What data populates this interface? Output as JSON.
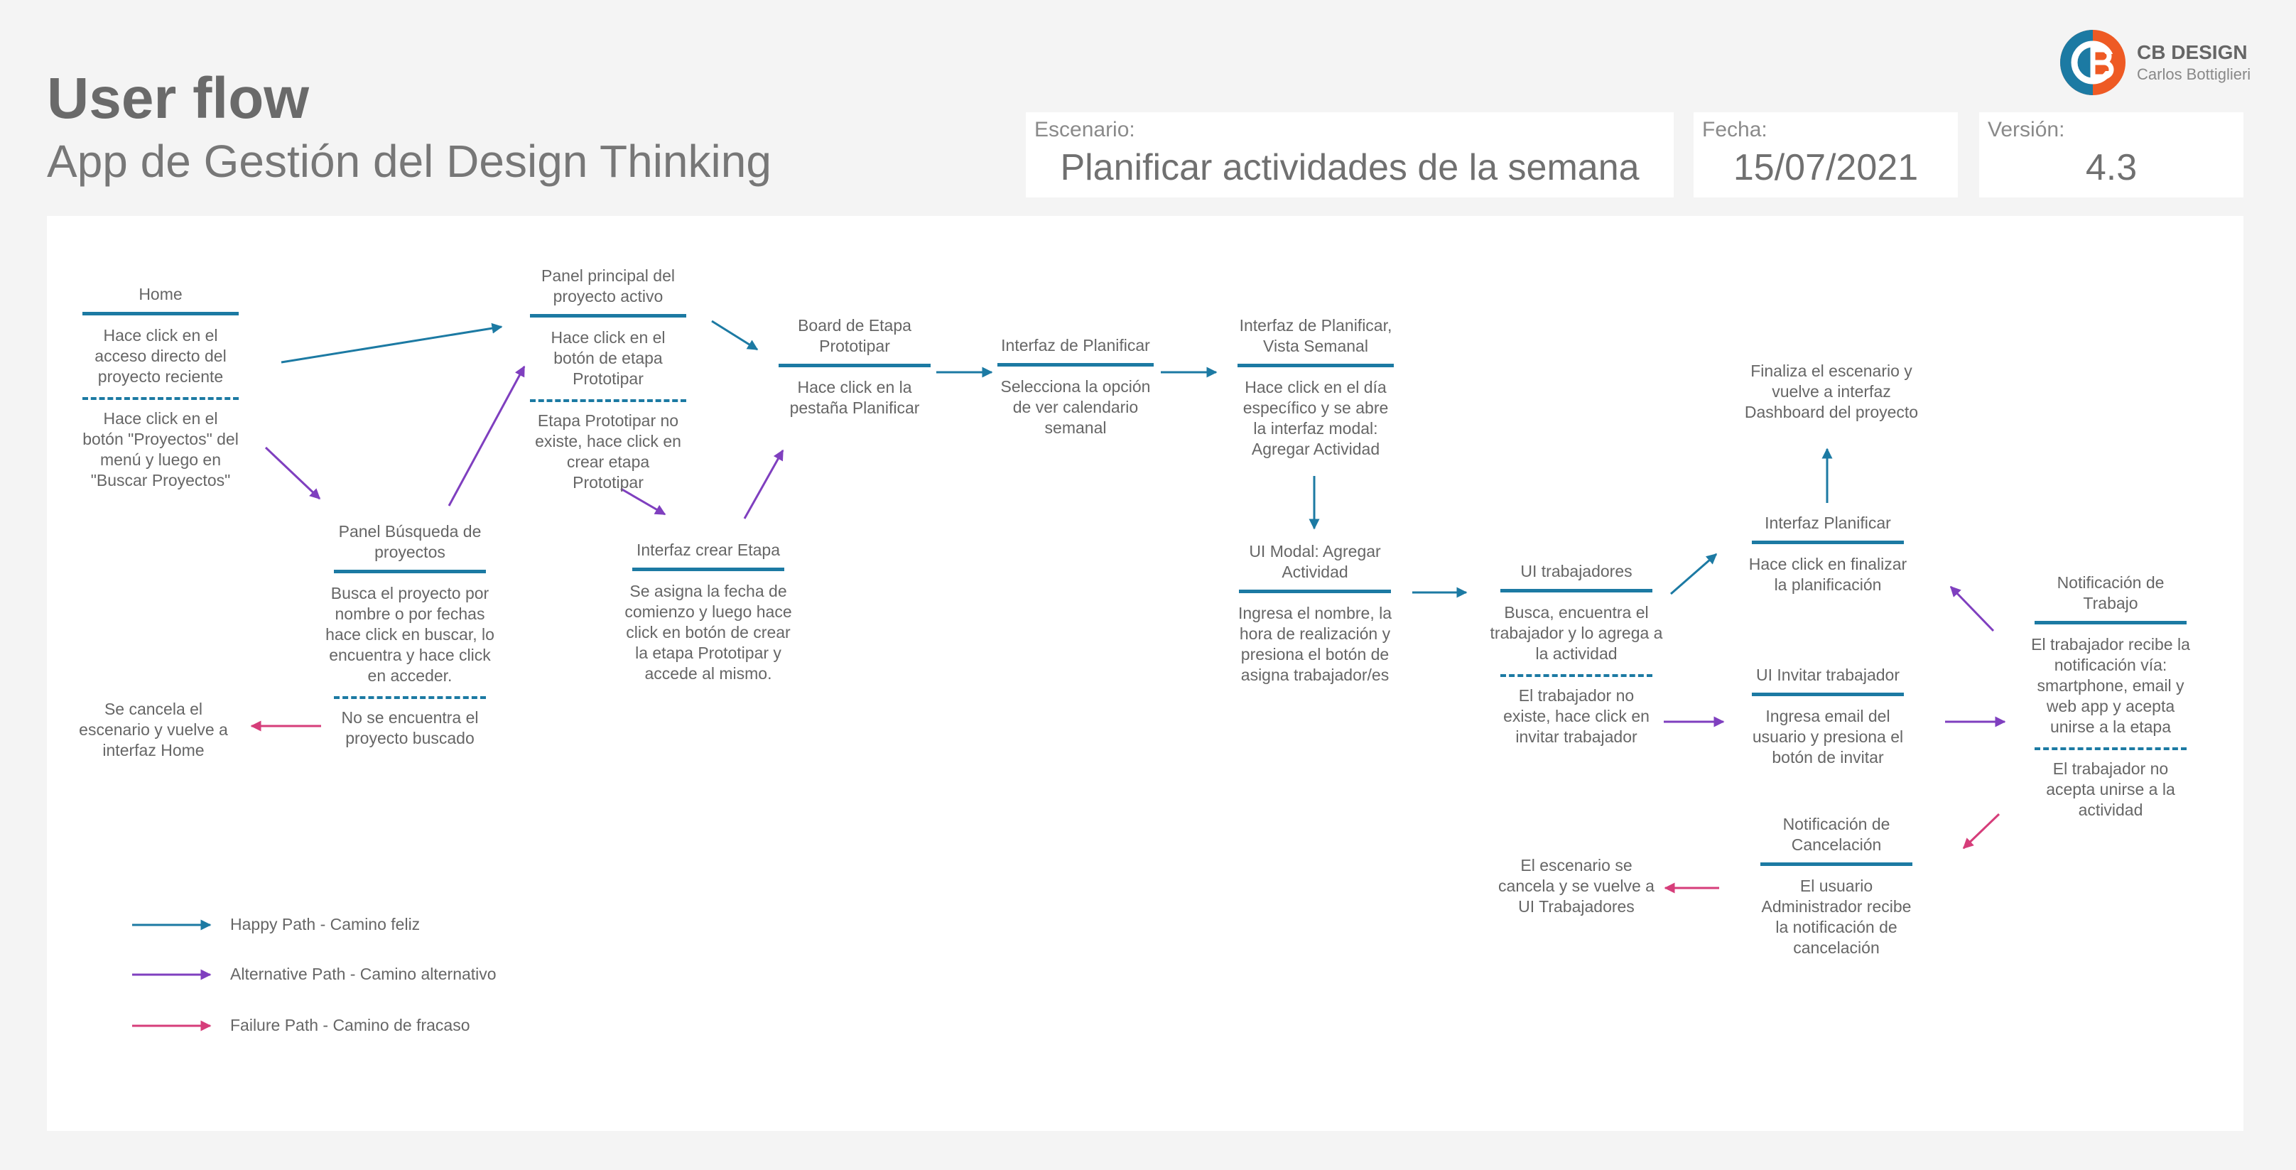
{
  "header": {
    "title": "User flow",
    "subtitle": "App de Gestión del Design Thinking"
  },
  "info": {
    "scenario_label": "Escenario:",
    "scenario_value": "Planificar actividades de la semana",
    "date_label": "Fecha:",
    "date_value": "15/07/2021",
    "version_label": "Versión:",
    "version_value": "4.3"
  },
  "brand": {
    "name": "CB DESIGN",
    "author": "Carlos Bottiglieri",
    "colors": {
      "orange": "#ee5a24",
      "blue": "#1c7aa3"
    }
  },
  "colors": {
    "happy": "#1c7aa3",
    "alternative": "#7f3fbf",
    "failure": "#d63d7a"
  },
  "nodes": {
    "home": {
      "title": "Home",
      "body": "Hace click en el acceso directo del proyecto reciente",
      "alt": "Hace click en el botón \"Proyectos\" del menú y luego en \"Buscar Proyectos\""
    },
    "panel_principal": {
      "title": "Panel principal del proyecto activo",
      "body": "Hace click en el botón de etapa Prototipar",
      "alt": "Etapa Prototipar no existe, hace click en crear etapa Prototipar"
    },
    "board": {
      "title": "Board de Etapa Prototipar",
      "body": "Hace click en la pestaña Planificar"
    },
    "interfaz_planificar": {
      "title": "Interfaz de Planificar",
      "body": "Selecciona la opción de ver calendario semanal"
    },
    "vista_semanal": {
      "title": "Interfaz de Planificar, Vista Semanal",
      "body": "Hace click en el día específico y se abre la interfaz modal: Agregar Actividad"
    },
    "panel_busqueda": {
      "title": "Panel Búsqueda de proyectos",
      "body": "Busca el proyecto por nombre o por fechas hace click en buscar, lo encuentra y hace click en acceder.",
      "alt": "No se encuentra el proyecto buscado"
    },
    "crear_etapa": {
      "title": "Interfaz crear Etapa",
      "body": "Se asigna la fecha de comienzo y luego hace click en botón de crear la etapa Prototipar y accede al mismo."
    },
    "ui_modal": {
      "title": "UI Modal: Agregar Actividad",
      "body": "Ingresa el nombre, la hora de realización y presiona el botón de asigna trabajador/es"
    },
    "ui_trabajadores": {
      "title": "UI trabajadores",
      "body": "Busca, encuentra el trabajador y lo agrega a la actividad",
      "alt": "El trabajador no existe, hace click en invitar trabajador"
    },
    "interfaz_planificar2": {
      "title": "Interfaz Planificar",
      "body": "Hace click en finalizar la planificación"
    },
    "ui_invitar": {
      "title": "UI Invitar trabajador",
      "body": "Ingresa email del usuario y presiona el botón de invitar"
    },
    "notif_trabajo": {
      "title": "Notificación de Trabajo",
      "body": "El trabajador recibe la notificación vía: smartphone, email y web app y acepta unirse a la etapa",
      "alt": "El trabajador no acepta unirse a la actividad"
    },
    "notif_cancelacion": {
      "title": "Notificación de Cancelación",
      "body": "El usuario Administrador recibe la notificación de cancelación"
    }
  },
  "endpoints": {
    "cancel_home": "Se cancela el escenario y vuelve a interfaz Home",
    "finaliza": "Finaliza el escenario y vuelve a interfaz Dashboard del proyecto",
    "cancel_trabajadores": "El escenario se cancela y se vuelve a UI Trabajadores"
  },
  "legend": [
    {
      "label": "Happy Path - Camino feliz",
      "type": "happy"
    },
    {
      "label": "Alternative Path - Camino alternativo",
      "type": "alternative"
    },
    {
      "label": "Failure Path - Camino de fracaso",
      "type": "failure"
    }
  ]
}
